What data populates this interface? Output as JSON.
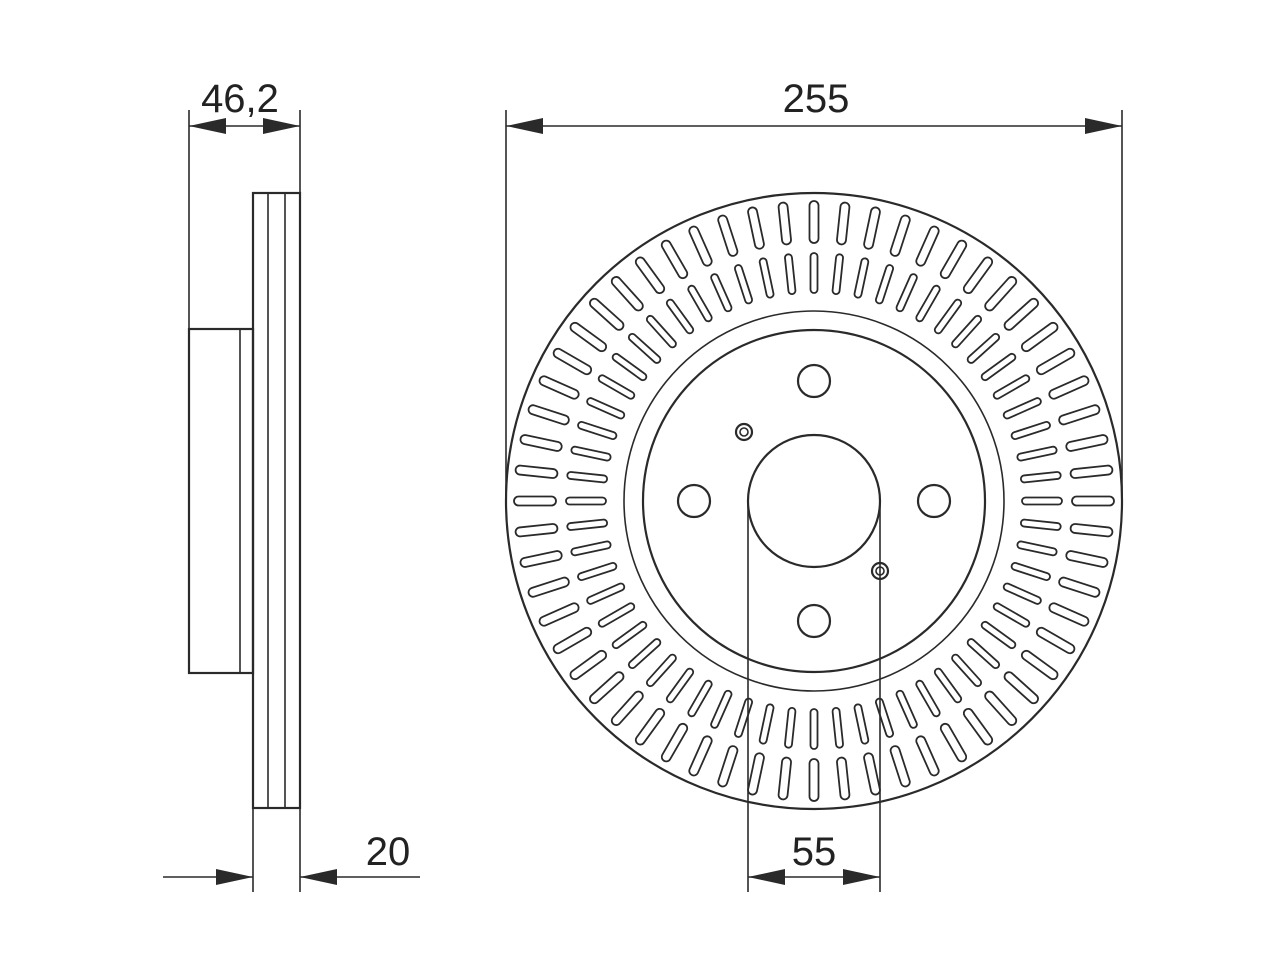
{
  "dimensions": {
    "overall_height": "46,2",
    "outer_diameter": "255",
    "disc_thickness": "20",
    "centre_bore": "55"
  },
  "colors": {
    "line": "#2a2a2a",
    "background": "#ffffff",
    "text": "#222222"
  }
}
